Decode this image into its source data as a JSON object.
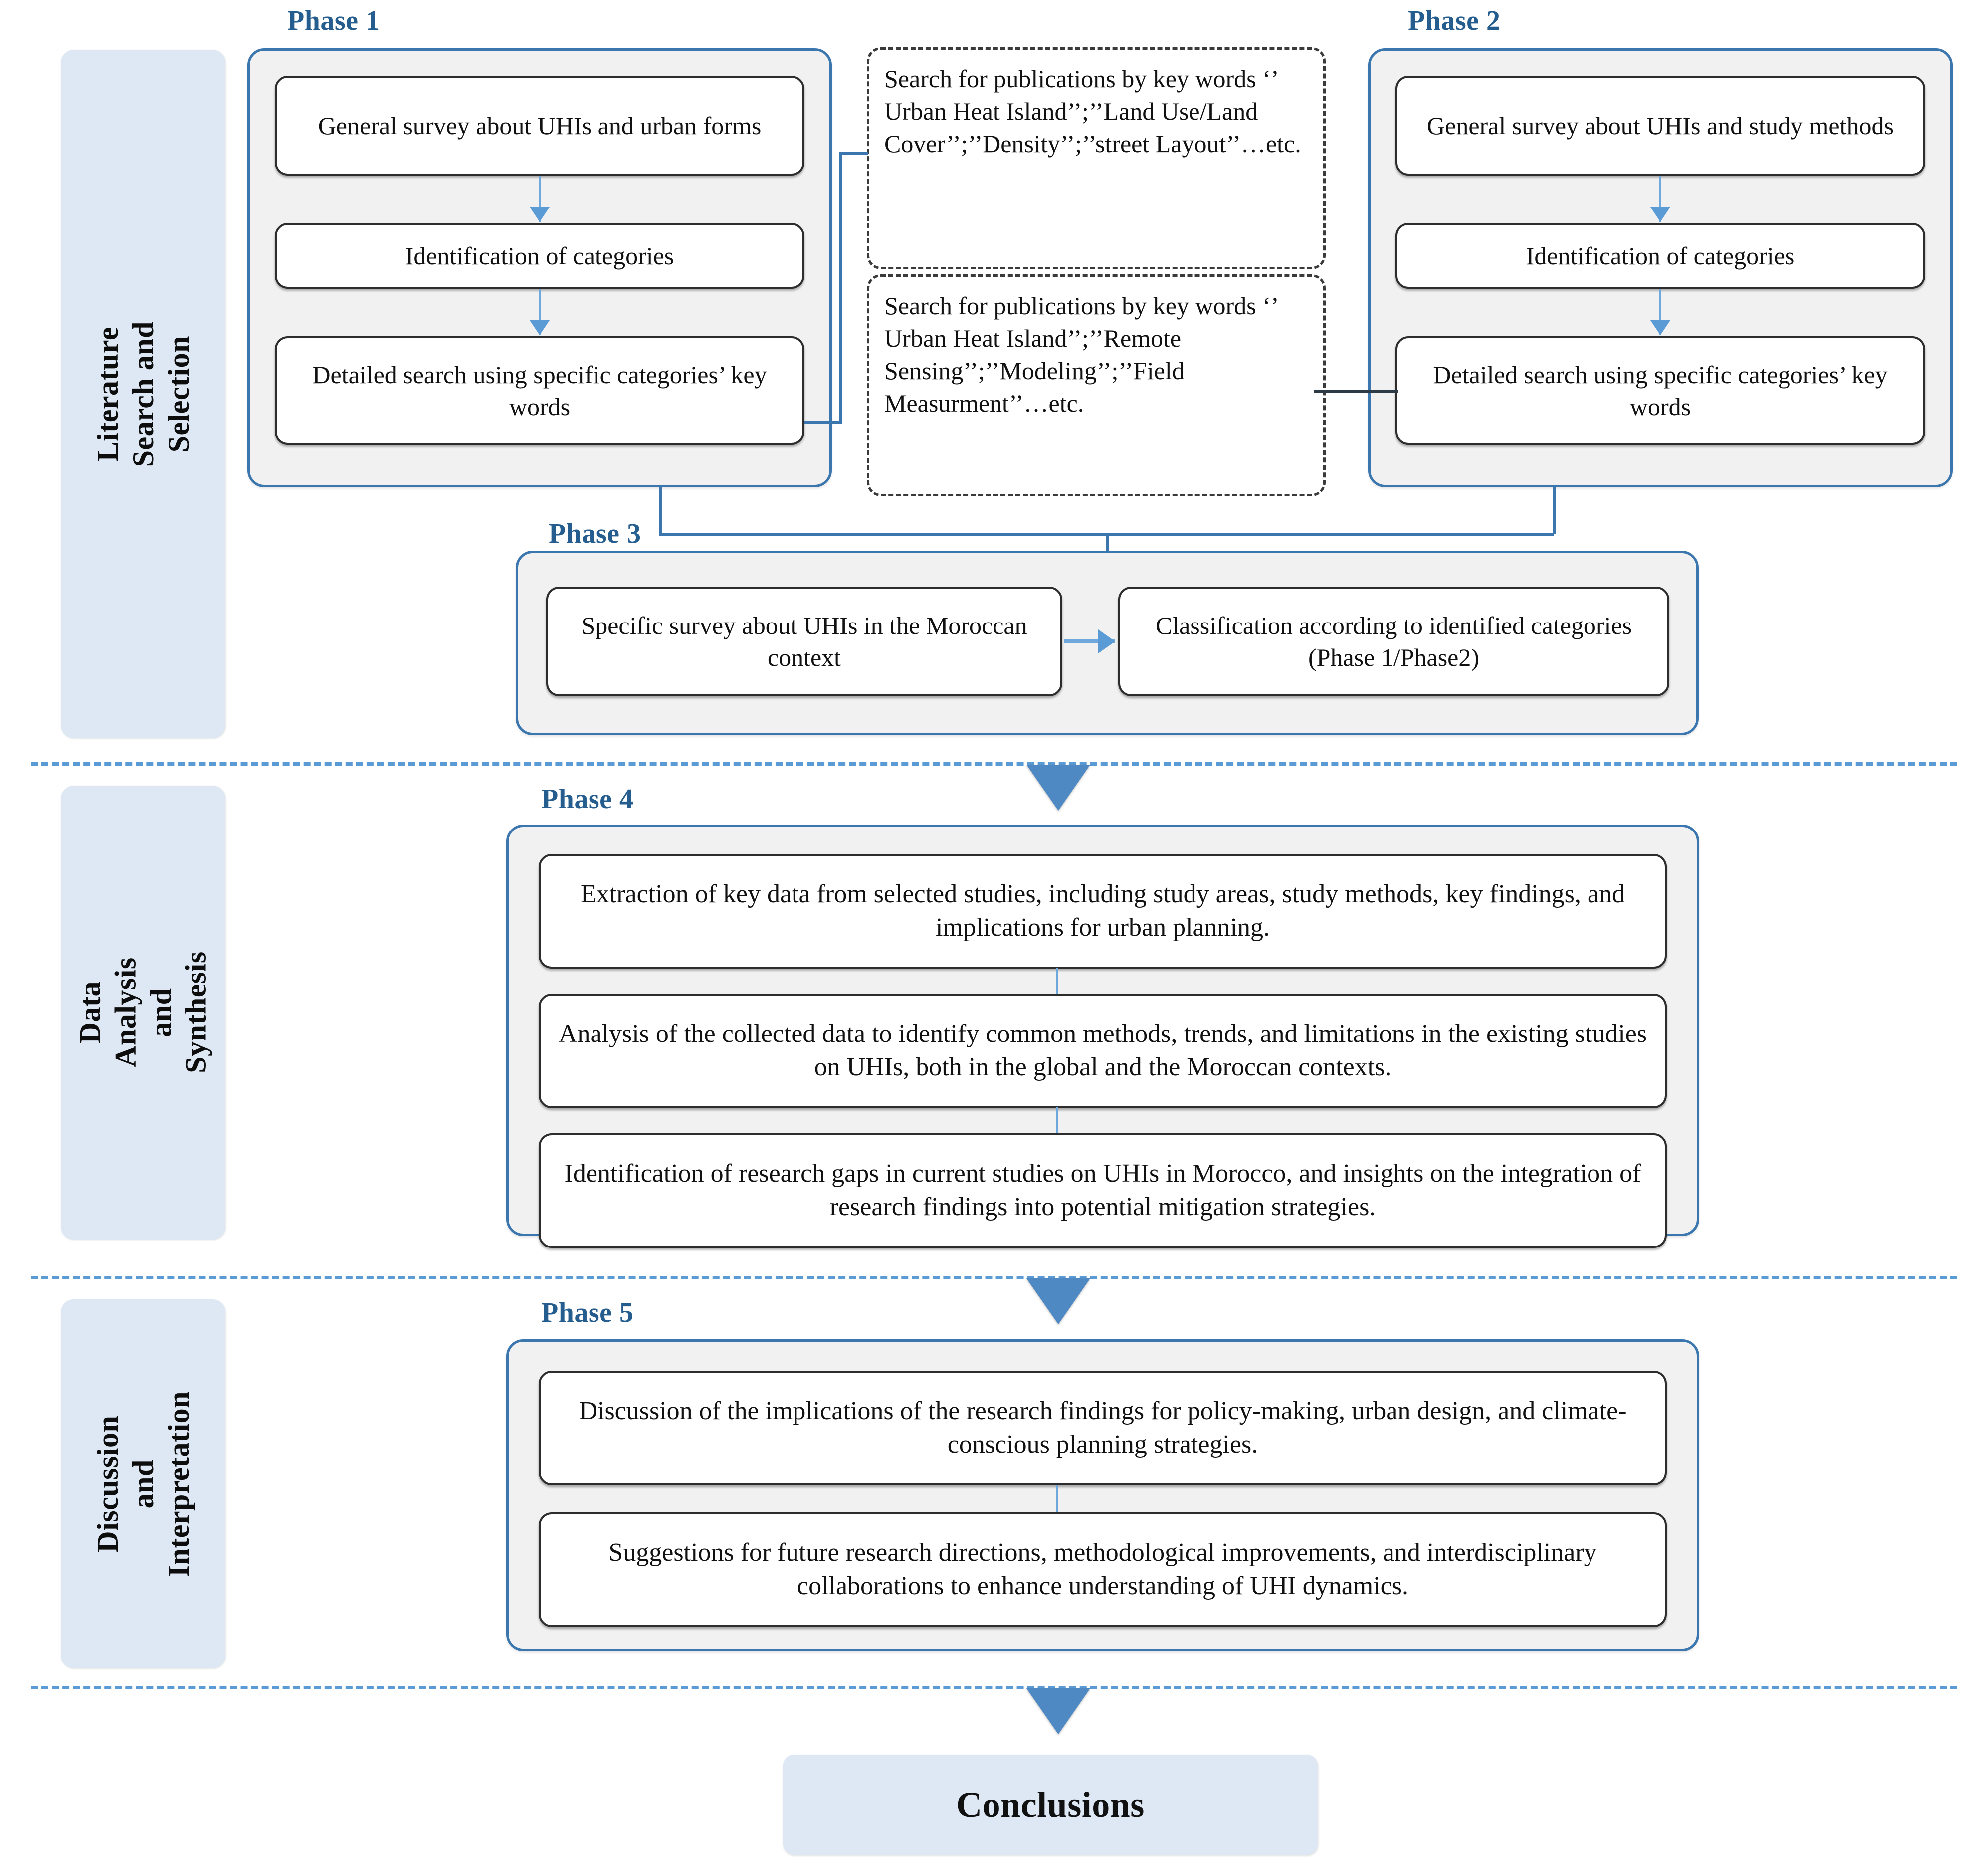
{
  "colors": {
    "accent_blue": "#3b77ae",
    "phase_label_blue": "#255e8e",
    "chip_fill": "#dee8f4",
    "panel_fill": "#f1f1f1",
    "arrow_blue": "#5b9bd5",
    "divider_blue": "#5b9bd5"
  },
  "sections": [
    {
      "label": "Literature Search and\nSelection"
    },
    {
      "label": "Data Analysis and\nSynthesis"
    },
    {
      "label": "Discussion and\nInterpretation"
    }
  ],
  "phases": {
    "phase1": {
      "label": "Phase 1",
      "steps": [
        "General survey about UHIs and urban forms",
        "Identification of categories",
        "Detailed search using specific categories’ key words"
      ]
    },
    "phase2": {
      "label": "Phase 2",
      "steps": [
        "General survey about UHIs and study methods",
        "Identification of categories",
        "Detailed search using specific categories’ key words"
      ]
    },
    "phase3": {
      "label": "Phase 3",
      "steps": [
        "Specific survey about UHIs in the Moroccan context",
        "Classification according to identified categories (Phase 1/Phase2)"
      ]
    },
    "phase4": {
      "label": "Phase 4",
      "steps": [
        "Extraction of key data from selected studies, including study areas, study methods, key findings, and implications for urban planning.",
        "Analysis of the collected data to identify common methods, trends, and limitations in the existing studies on UHIs, both in the global and the Moroccan contexts.",
        "Identification of research gaps in current studies on UHIs in Morocco, and insights on the integration of research findings into potential mitigation strategies."
      ]
    },
    "phase5": {
      "label": "Phase 5",
      "steps": [
        "Discussion of the implications of the research findings for policy-making, urban design, and climate-conscious planning strategies.",
        "Suggestions for future research directions, methodological improvements, and interdisciplinary collaborations to enhance understanding of UHI dynamics."
      ]
    }
  },
  "keyword_boxes": [
    "Search for publications by key words ‘’ Urban Heat Island’’;’’Land Use/Land Cover’’;’’Density’’;’’street Layout’’…etc.",
    "Search for publications by key words ‘’ Urban Heat Island’’;’’Remote Sensing’’;’’Modeling’’;’’Field Measurment’’…etc."
  ],
  "conclusion": {
    "label": "Conclusions"
  }
}
